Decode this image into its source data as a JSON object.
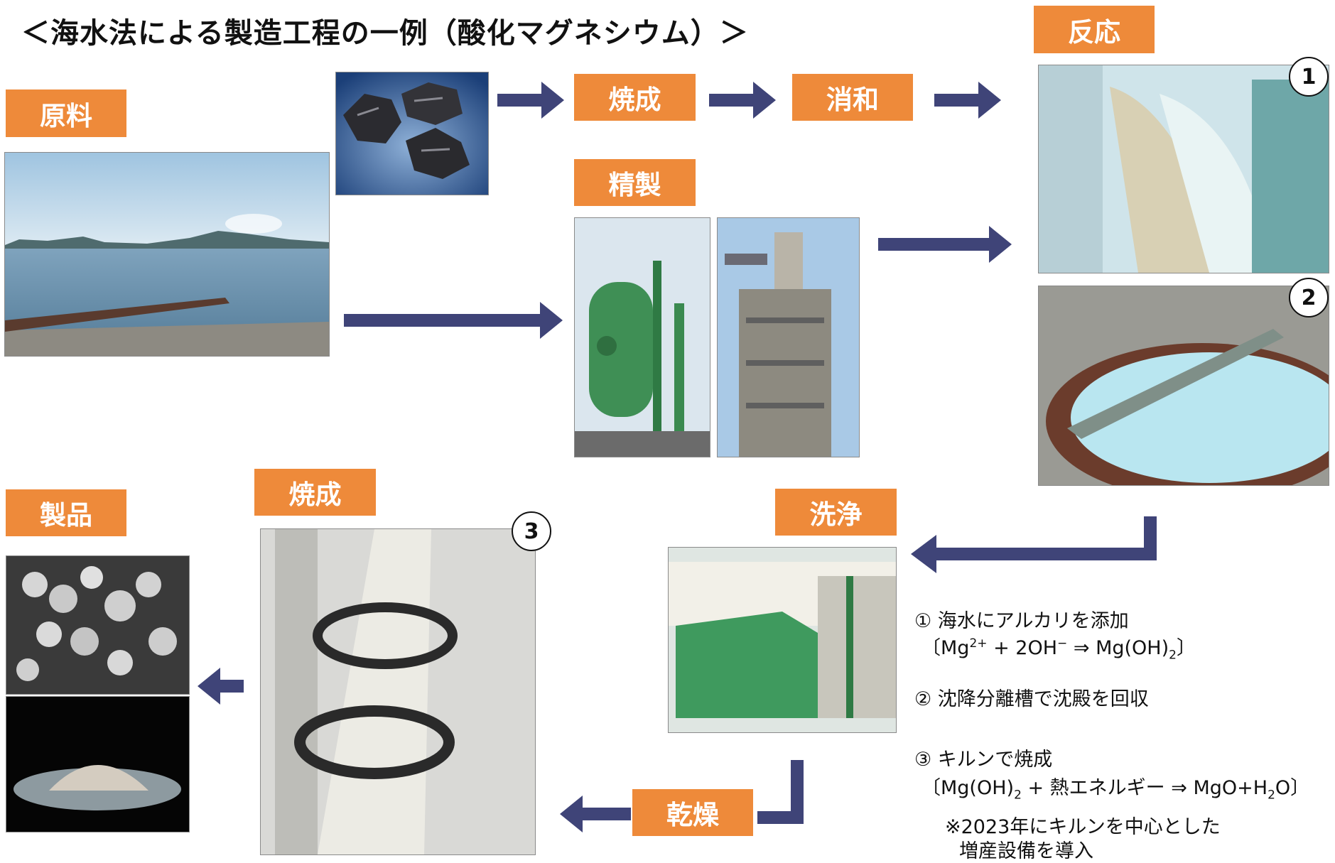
{
  "title": "＜海水法による製造工程の一例（酸化マグネシウム）＞",
  "labels": {
    "raw": "原料",
    "calcine_top": "焼成",
    "slaking": "消和",
    "reaction": "反応",
    "refine": "精製",
    "product": "製品",
    "calcine_bottom": "焼成",
    "wash": "洗浄",
    "dry": "乾燥"
  },
  "badges": {
    "b1": "1",
    "b2": "2",
    "b3": "3"
  },
  "notes": {
    "n1_title": "①  海水にアルカリを添加",
    "n1_f_open": "〔Mg",
    "n1_f_sup1": "2+",
    "n1_f_mid": " + 2OH",
    "n1_f_sup2": "−",
    "n1_f_arrow": " ⇒ Mg(OH)",
    "n1_f_sub": "2",
    "n1_f_close": "〕",
    "n2_title": "②  沈降分離槽で沈殿を回収",
    "n3_title": "③  キルンで焼成",
    "n3_f_open": "〔Mg(OH)",
    "n3_f_sub1": "2",
    "n3_f_mid": " + 熱エネルギー ⇒ MgO+H",
    "n3_f_sub2": "2",
    "n3_f_close": "O〕",
    "footnote_1": "※2023年にキルンを中心とした",
    "footnote_2": "増産設備を導入"
  },
  "colors": {
    "label_bg": "#ee8a3a",
    "arrow": "#3f4478"
  }
}
